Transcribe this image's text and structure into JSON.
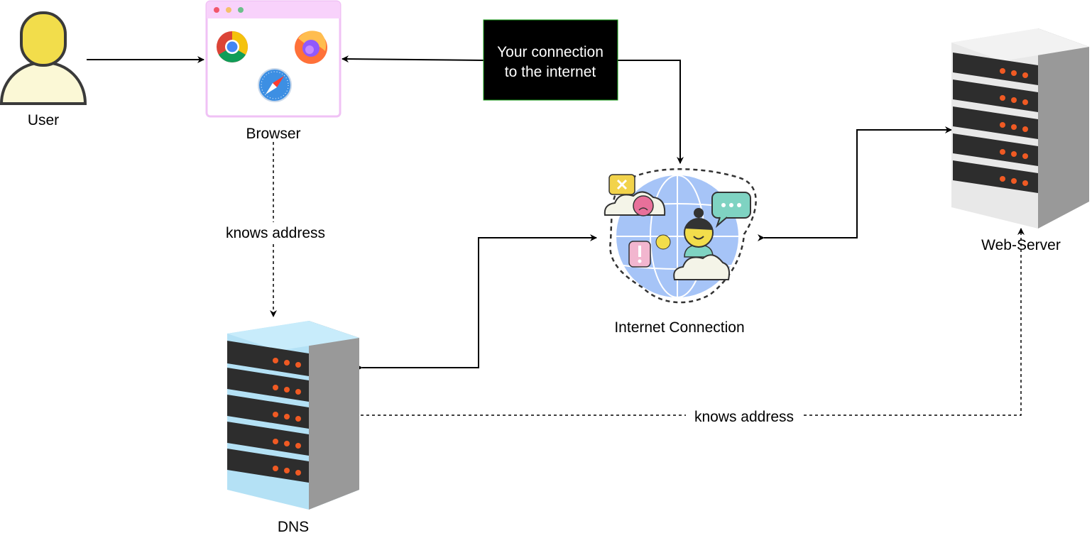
{
  "nodes": {
    "user": {
      "label": "User",
      "icon": "user-icon"
    },
    "browser": {
      "label": "Browser",
      "icons": [
        "chrome-icon",
        "firefox-icon",
        "safari-icon"
      ]
    },
    "callout": {
      "line1": "Your connection",
      "line2": "to the internet"
    },
    "internet": {
      "label": "Internet Connection",
      "icon": "globe-people-icon"
    },
    "webserver": {
      "label": "Web-Server",
      "icon": "server-icon"
    },
    "dns": {
      "label": "DNS",
      "icon": "server-icon"
    }
  },
  "edges": {
    "browser_dns": {
      "label": "knows address"
    },
    "dns_webserver": {
      "label": "knows address"
    }
  },
  "colors": {
    "user_fill": "#f2dd4b",
    "browser_border": "#f0c2f5",
    "callout_fill": "#000000",
    "dns_top": "#b4e1f5",
    "webserver_top": "#e6e6e6",
    "server_led": "#f05a23",
    "globe_fill": "#a6c4f7"
  }
}
